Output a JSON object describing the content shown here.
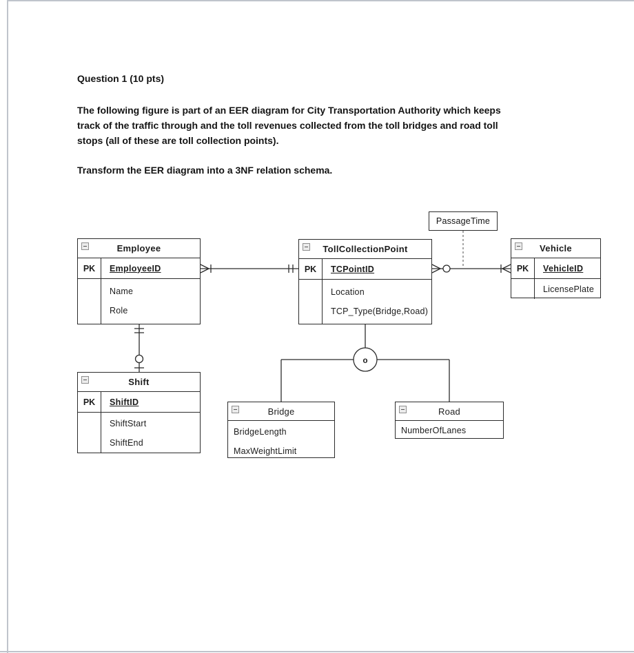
{
  "document": {
    "heading": "Question 1 (10 pts)",
    "paragraph_lines": [
      "The following figure is part of an EER diagram for City Transportation Authority which keeps",
      "track of the traffic through and the toll revenues collected from the toll bridges and road toll",
      "stops (all of these are toll collection points)."
    ],
    "task_line": "Transform the EER diagram into a 3NF relation schema."
  },
  "diagram": {
    "association_label": "PassageTime",
    "category_circle_label": "o",
    "entities": [
      {
        "title": "Employee",
        "pk_label": "PK",
        "key_attribute": "EmployeeID",
        "attributes": [
          "Name",
          "Role"
        ]
      },
      {
        "title": "TollCollectionPoint",
        "pk_label": "PK",
        "key_attribute": "TCPointID",
        "attributes": [
          "Location",
          "TCP_Type(Bridge,Road)"
        ]
      },
      {
        "title": "Vehicle",
        "pk_label": "PK",
        "key_attribute": "VehicleID",
        "attributes": [
          "LicensePlate"
        ]
      },
      {
        "title": "Shift",
        "pk_label": "PK",
        "key_attribute": "ShiftID",
        "attributes": [
          "ShiftStart",
          "ShiftEnd"
        ]
      },
      {
        "title": "Bridge",
        "attributes": [
          "BridgeLength",
          "MaxWeightLimit"
        ]
      },
      {
        "title": "Road",
        "attributes": [
          "NumberOfLanes"
        ]
      }
    ],
    "colors": {
      "diagram_line": "#2b2b2b",
      "dashed_connector": "#8f8f8f",
      "page_border": "#bfc4cc"
    }
  }
}
